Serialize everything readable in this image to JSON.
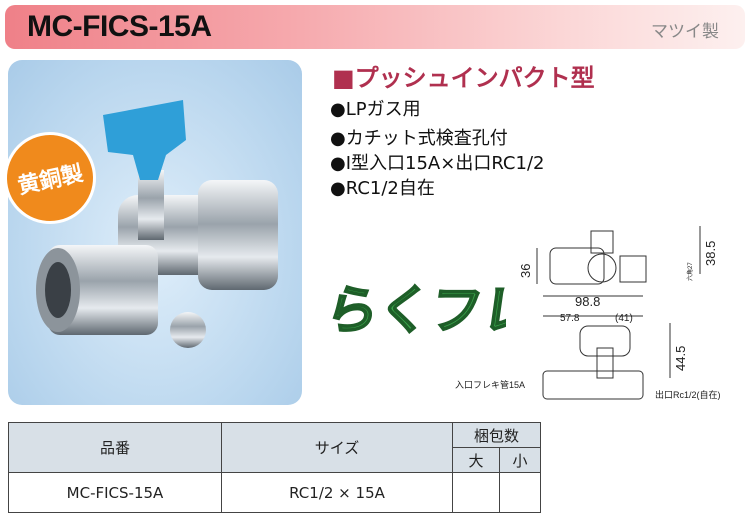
{
  "header": {
    "title": "MC-FICS-15A",
    "maker": "マツイ製"
  },
  "photo": {
    "badge": "黄銅製"
  },
  "product": {
    "type": "■プッシュインパクト型",
    "features": [
      "●LPガス用",
      "●カチット式検査孔付",
      "●I型入口15A×出口RC1/2",
      "●RC1/2自在"
    ]
  },
  "logo": {
    "text": "らくフレ"
  },
  "drawing": {
    "dims": [
      "36",
      "38.5",
      "98.8",
      "57.8",
      "(41)",
      "44.5",
      "六角27"
    ],
    "inlet_label": "入口フレキ管15A",
    "outlet_label": "出口Rc1/2(自在)"
  },
  "table": {
    "headers": {
      "part_no": "品番",
      "size": "サイズ",
      "pack": "梱包数",
      "large": "大",
      "small": "小"
    },
    "rows": [
      {
        "part_no": "MC-FICS-15A",
        "size": "RC1/2 × 15A",
        "large": "",
        "small": ""
      }
    ]
  }
}
